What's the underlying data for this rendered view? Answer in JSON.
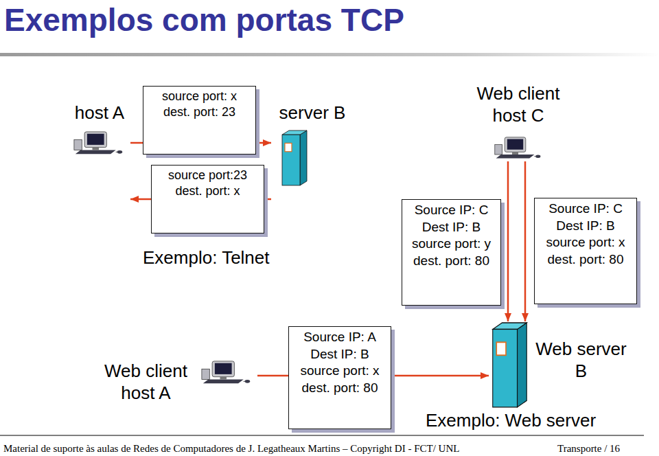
{
  "diagram": {
    "title": "Exemplos com portas TCP",
    "nodes": [
      {
        "text": [
          "host A"
        ]
      },
      {
        "text": [
          "source port: x",
          "dest. port: 23"
        ]
      },
      {
        "text": [
          "server B"
        ]
      },
      {
        "text": [
          "Web client host C"
        ]
      },
      {
        "text": [
          "source port:23",
          "dest. port: x"
        ]
      },
      {
        "text": [
          "Source IP: C",
          "Dest IP: B",
          "source port: y",
          "dest. port: 80"
        ]
      },
      {
        "text": [
          "Source IP: C",
          "Dest IP: B",
          "source port: x",
          "dest. port: 80"
        ]
      },
      {
        "text": [
          "Web client host A"
        ]
      },
      {
        "text": [
          "Source IP: A",
          "Dest IP: B",
          "source port: x",
          "dest. port: 80"
        ]
      },
      {
        "text": [
          "Web server B"
        ]
      }
    ],
    "edges": [
      {
        "from": 0,
        "to": 2,
        "arrow": "to"
      },
      {
        "from": 2,
        "to": 0,
        "arrow": "to"
      },
      {
        "from": 3,
        "to": 9,
        "arrow": "to"
      },
      {
        "from": 3,
        "to": 9,
        "arrow": "to"
      },
      {
        "from": 7,
        "to": 9,
        "arrow": "to"
      }
    ],
    "labels": [
      "Exemplo: Telnet",
      "Exemplo: Web server",
      "Material de suporte às aulas de Redes de Computadores de J. Legatheaux Martins – Copyright DI - FCT/ UNL",
      "Transporte / 16"
    ]
  }
}
